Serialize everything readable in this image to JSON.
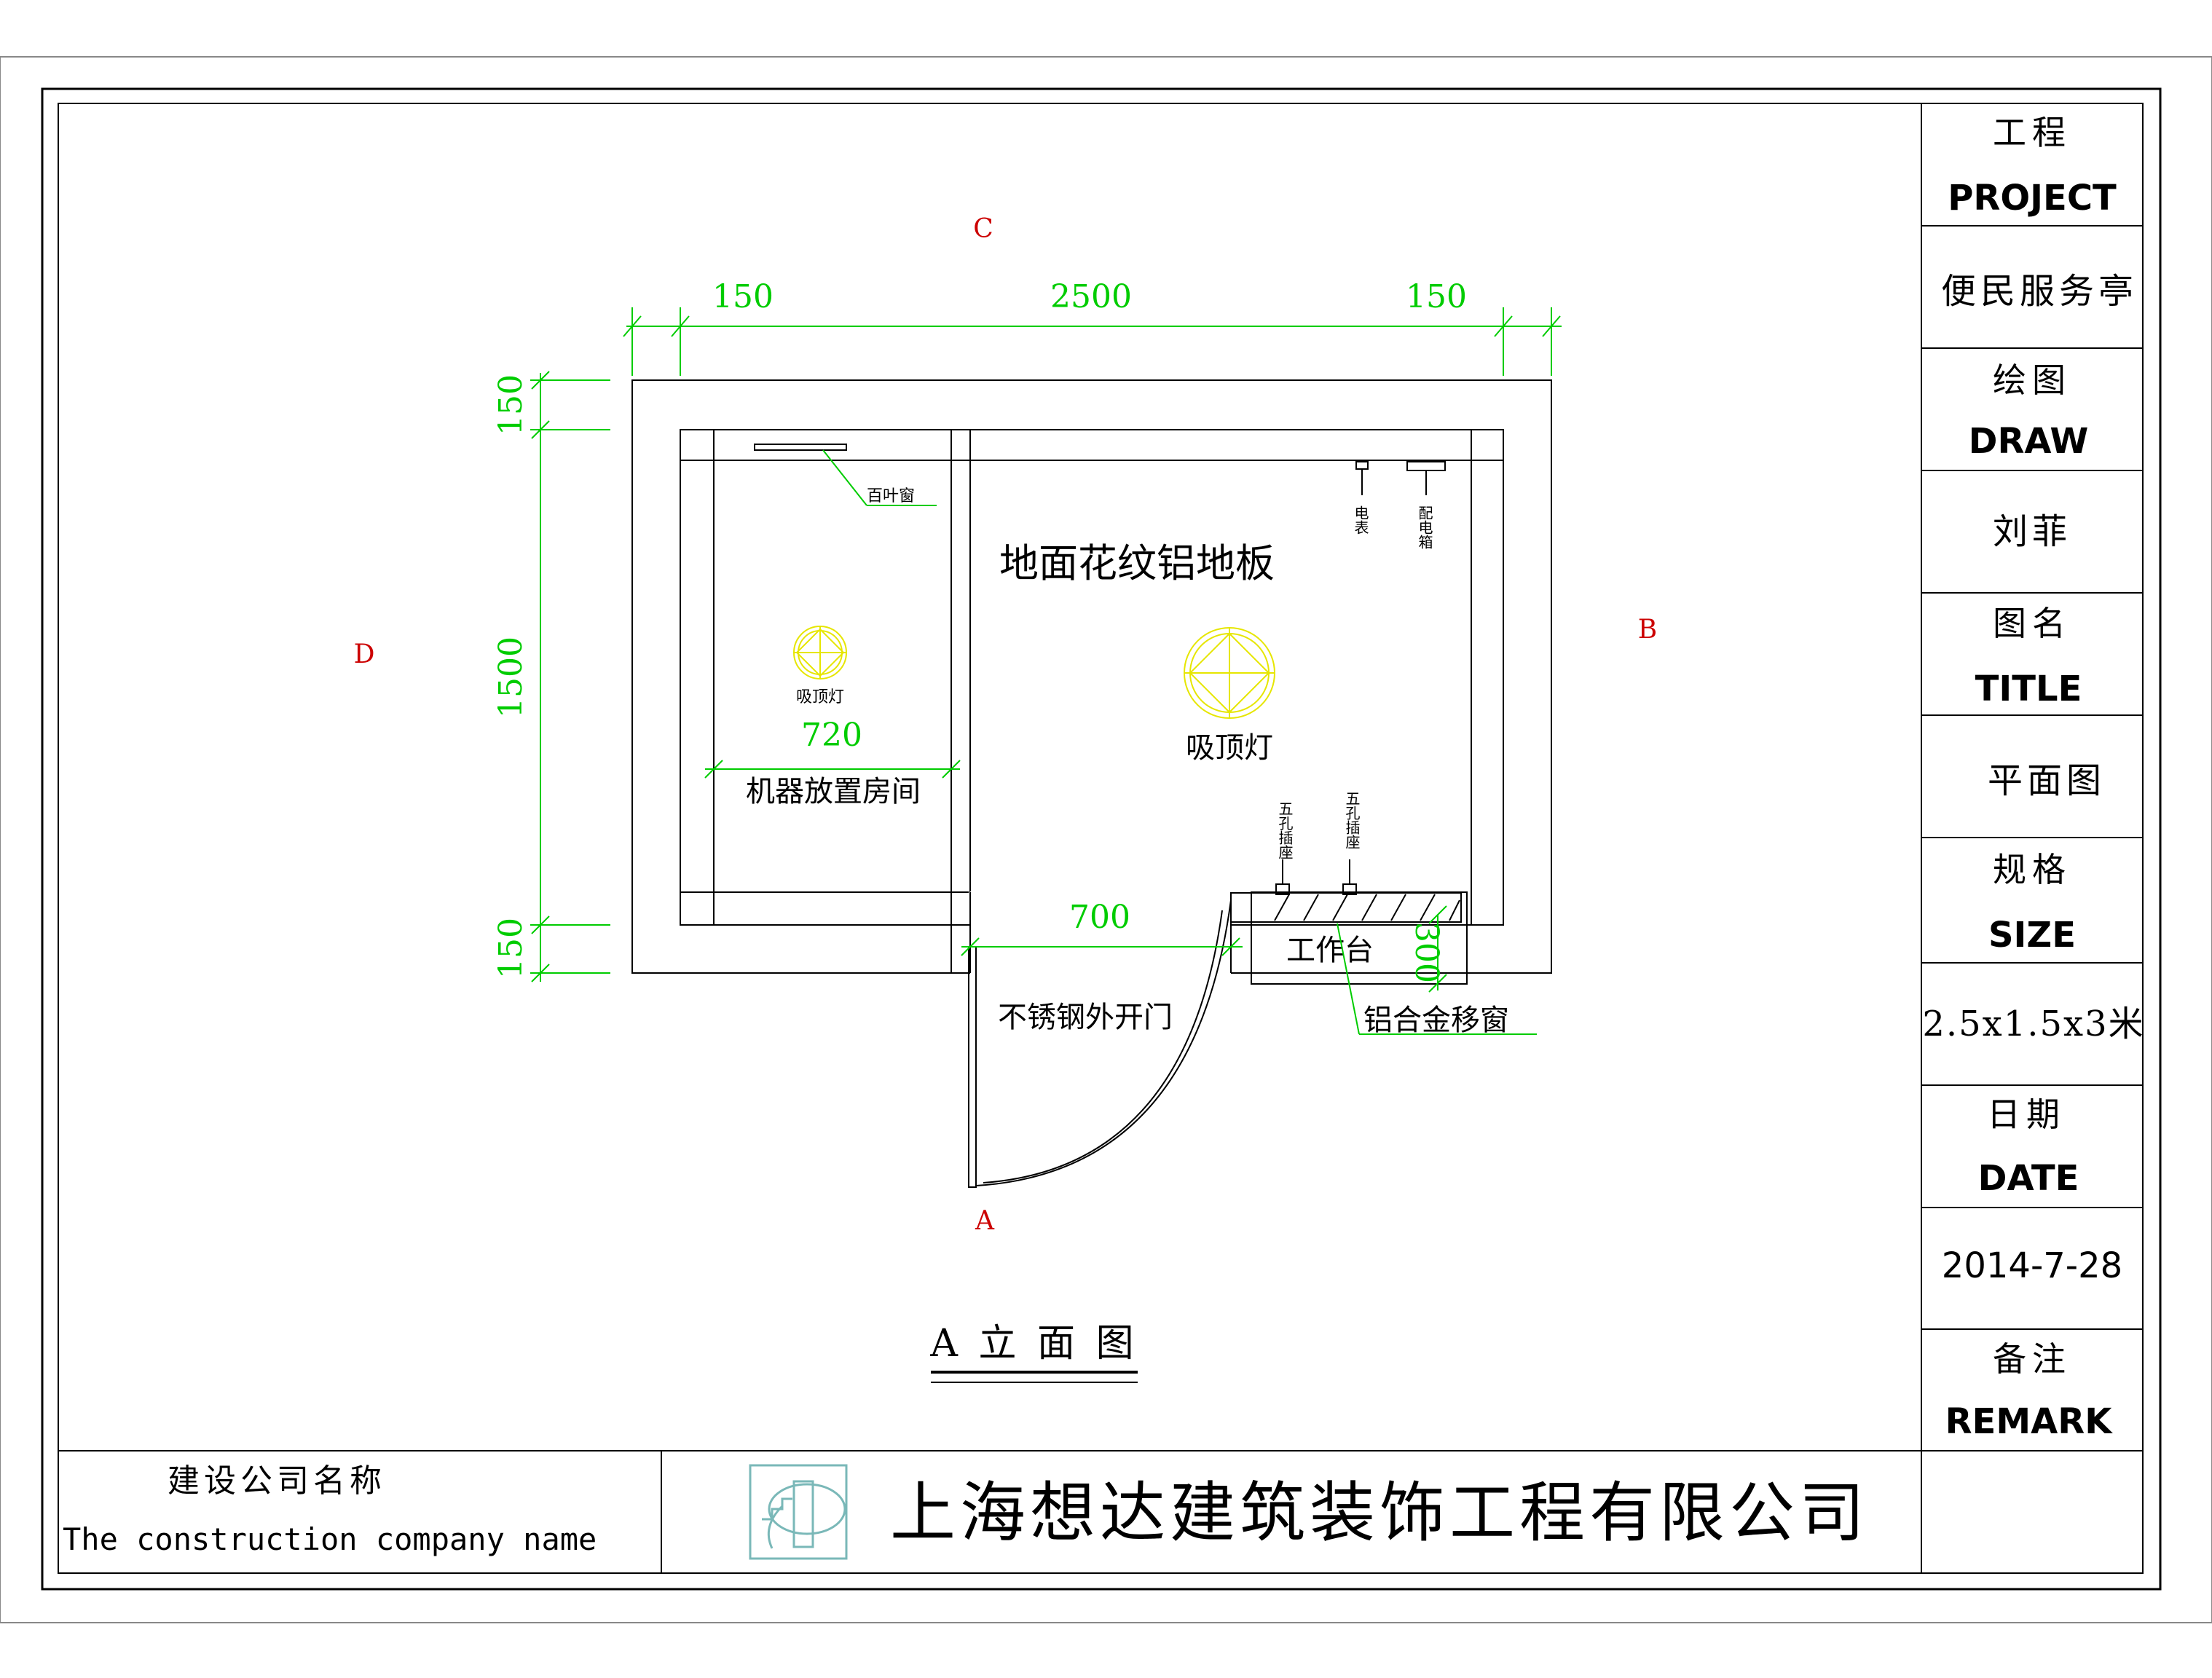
{
  "view_refs": {
    "top": "C",
    "right": "B",
    "left": "D",
    "bottom": "A"
  },
  "dimensions": {
    "top": [
      "150",
      "2500",
      "150"
    ],
    "left": [
      "150",
      "1500",
      "150"
    ],
    "machine_room_width": "720",
    "door_width": "700",
    "counter_depth": "300"
  },
  "plan_labels": {
    "louver_window": "百叶窗",
    "floor": "地面花纹铝地板",
    "meter": "电表",
    "distribution_box": "配电箱",
    "ceiling_light_small": "吸顶灯",
    "ceiling_light_main": "吸顶灯",
    "machine_room": "机器放置房间",
    "socket_1": "五孔插座",
    "socket_2": "五孔插座",
    "workbench": "工作台",
    "door": "不锈钢外开门",
    "sliding_window": "铝合金移窗"
  },
  "drawing_title": "A 立 面 图",
  "title_block": {
    "project_zh": "工程",
    "project_en": "PROJECT",
    "project_value": "便民服务亭",
    "draw_zh": "绘图",
    "draw_en": "DRAW",
    "draw_value": "刘菲",
    "title_zh": "图名",
    "title_en": "TITLE",
    "title_value": "平面图",
    "size_zh": "规格",
    "size_en": "SIZE",
    "size_value": "2.5x1.5x3米",
    "date_zh": "日期",
    "date_en": "DATE",
    "date_value": "2014-7-28",
    "remark_zh": "备注",
    "remark_en": "REMARK"
  },
  "footer": {
    "company_label_zh": "建设公司名称",
    "company_label_en": "The construction company name",
    "company_name": "上海想达建筑装饰工程有限公司"
  },
  "colors": {
    "dimension": "#00cc00",
    "fixture": "#e6e600",
    "reference": "#cc0000",
    "line": "#000000"
  }
}
